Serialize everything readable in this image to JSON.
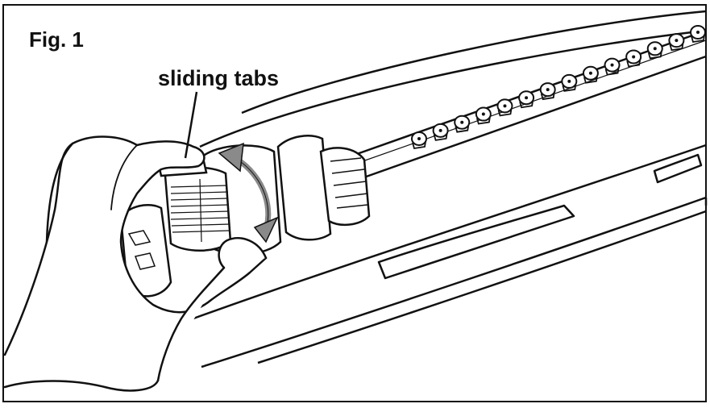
{
  "figure": {
    "label": "Fig. 1",
    "callout": "sliding tabs"
  },
  "colors": {
    "line": "#111111",
    "shade": "#cfcfcf",
    "arrow": "#8a8a8a",
    "background": "#ffffff"
  },
  "nozzle_count": 14
}
